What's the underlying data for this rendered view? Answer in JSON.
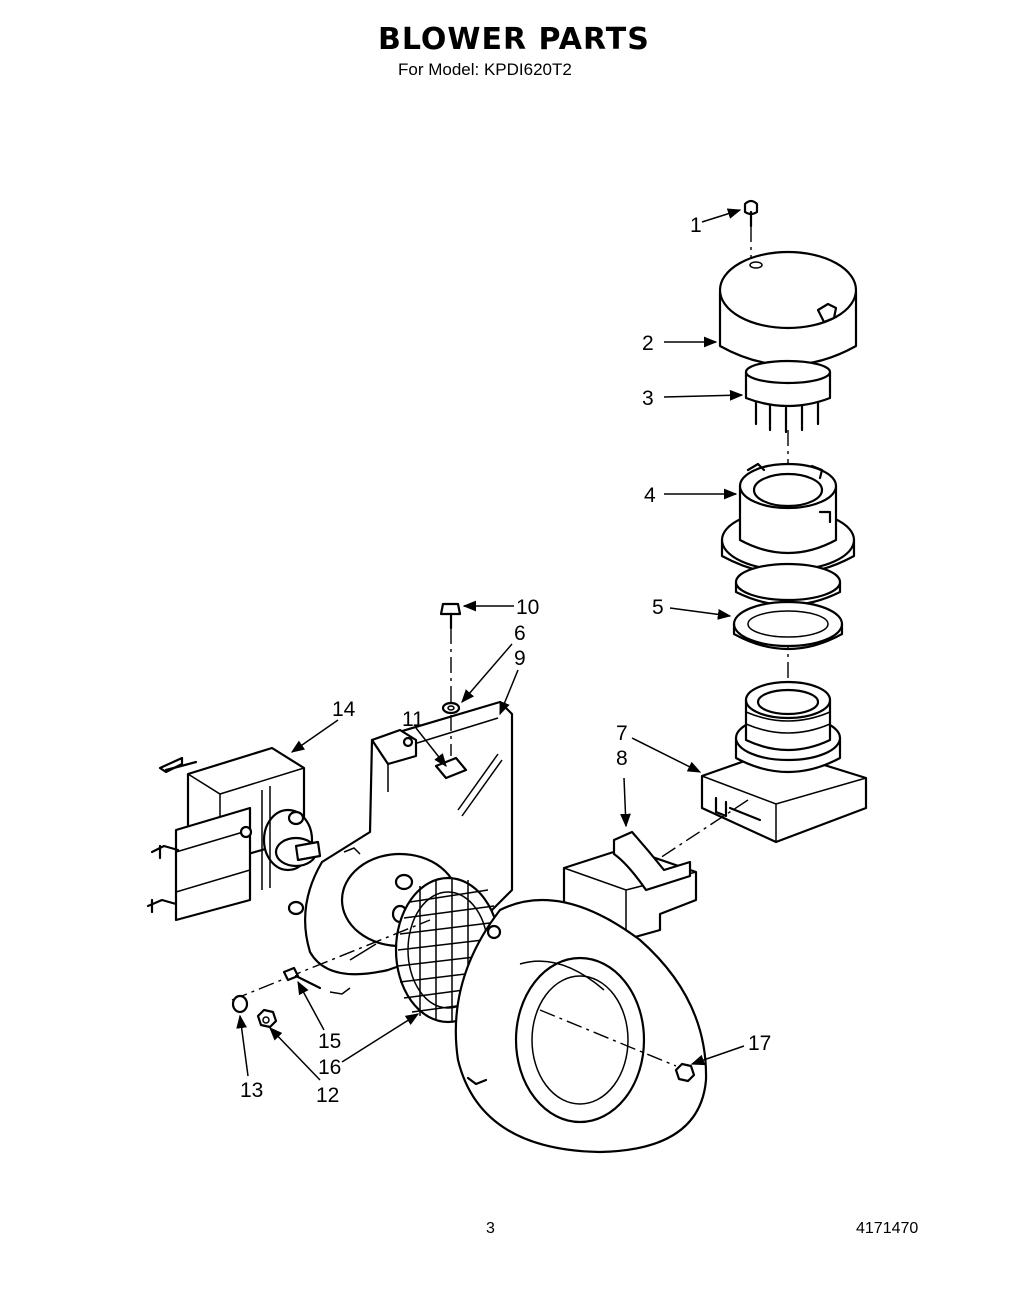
{
  "header": {
    "title": "BLOWER PARTS",
    "subtitle": "For Model: KPDI620T2"
  },
  "footer": {
    "page_number": "3",
    "document_code": "4171470"
  },
  "callouts": [
    "1",
    "2",
    "3",
    "4",
    "5",
    "6",
    "7",
    "8",
    "9",
    "10",
    "11",
    "12",
    "13",
    "14",
    "15",
    "16",
    "17"
  ]
}
